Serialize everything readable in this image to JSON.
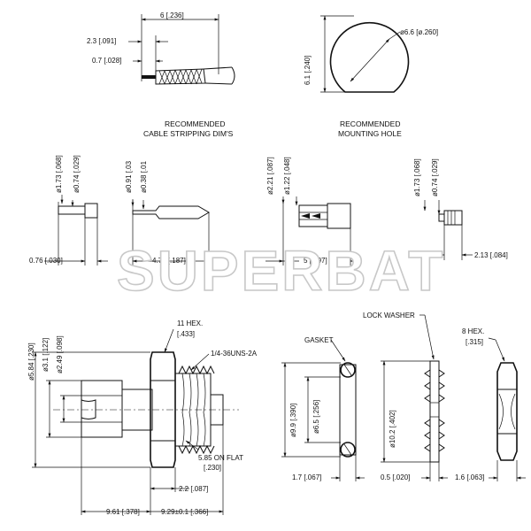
{
  "watermark": "SUPERBAT",
  "headings": {
    "strip": [
      "RECOMMENDED",
      "CABLE STRIPPING DIM'S"
    ],
    "hole": [
      "RECOMMENDED",
      "MOUNTING HOLE"
    ]
  },
  "strip_dims": {
    "overall": "6 [.236]",
    "d1": "2.3 [.091]",
    "d2": "0.7 [.028]"
  },
  "hole_dims": {
    "dia": "ø6.6 [ø.260]",
    "flat": "6.1 [.240]"
  },
  "mid": {
    "p1_dia_a": "ø1.73 [.068]",
    "p1_dia_b": "ø0.74 [.029]",
    "p1_len": "0.76 [.030]",
    "p2_dia_a": "ø0.91 [.03",
    "p2_dia_b": "ø0.38 [.01",
    "p2_len": "4.75 [.187]",
    "p3_dia_a": "ø2.21 [.087]",
    "p3_dia_b": "ø1.22 [.048]",
    "p3_len": "5 [.197]",
    "p4_dia_a": "ø1.73 [.068]",
    "p4_dia_b": "ø0.74 [.029]",
    "p4_len": "2.13 [.084]"
  },
  "main": {
    "hex": [
      "11 HEX.",
      "[.433]"
    ],
    "thread": "1/4-36UNS-2A",
    "flat": [
      "5.85 ON FLAT",
      "[.230]"
    ],
    "d1": "ø5.84 [.230]",
    "d2": "ø3.1 [.122]",
    "d3": "ø2.49 [.098]",
    "len_a": "2.2 [.087]",
    "len_b": "9.61 [.378]",
    "len_c": "9.29±0.1 [.366]"
  },
  "gasket": {
    "label": "GASKET",
    "d_out": "ø9.9 [.390]",
    "d_in": "ø6.5 [.256]",
    "thk": "1.7 [.067]"
  },
  "washer": {
    "label": "LOCK WASHER",
    "dia": "ø10.2 [.402]",
    "thk": "0.5 [.020]"
  },
  "nut": {
    "hex": [
      "8 HEX.",
      "[.315]"
    ],
    "thk": "1.6 [.063]"
  }
}
